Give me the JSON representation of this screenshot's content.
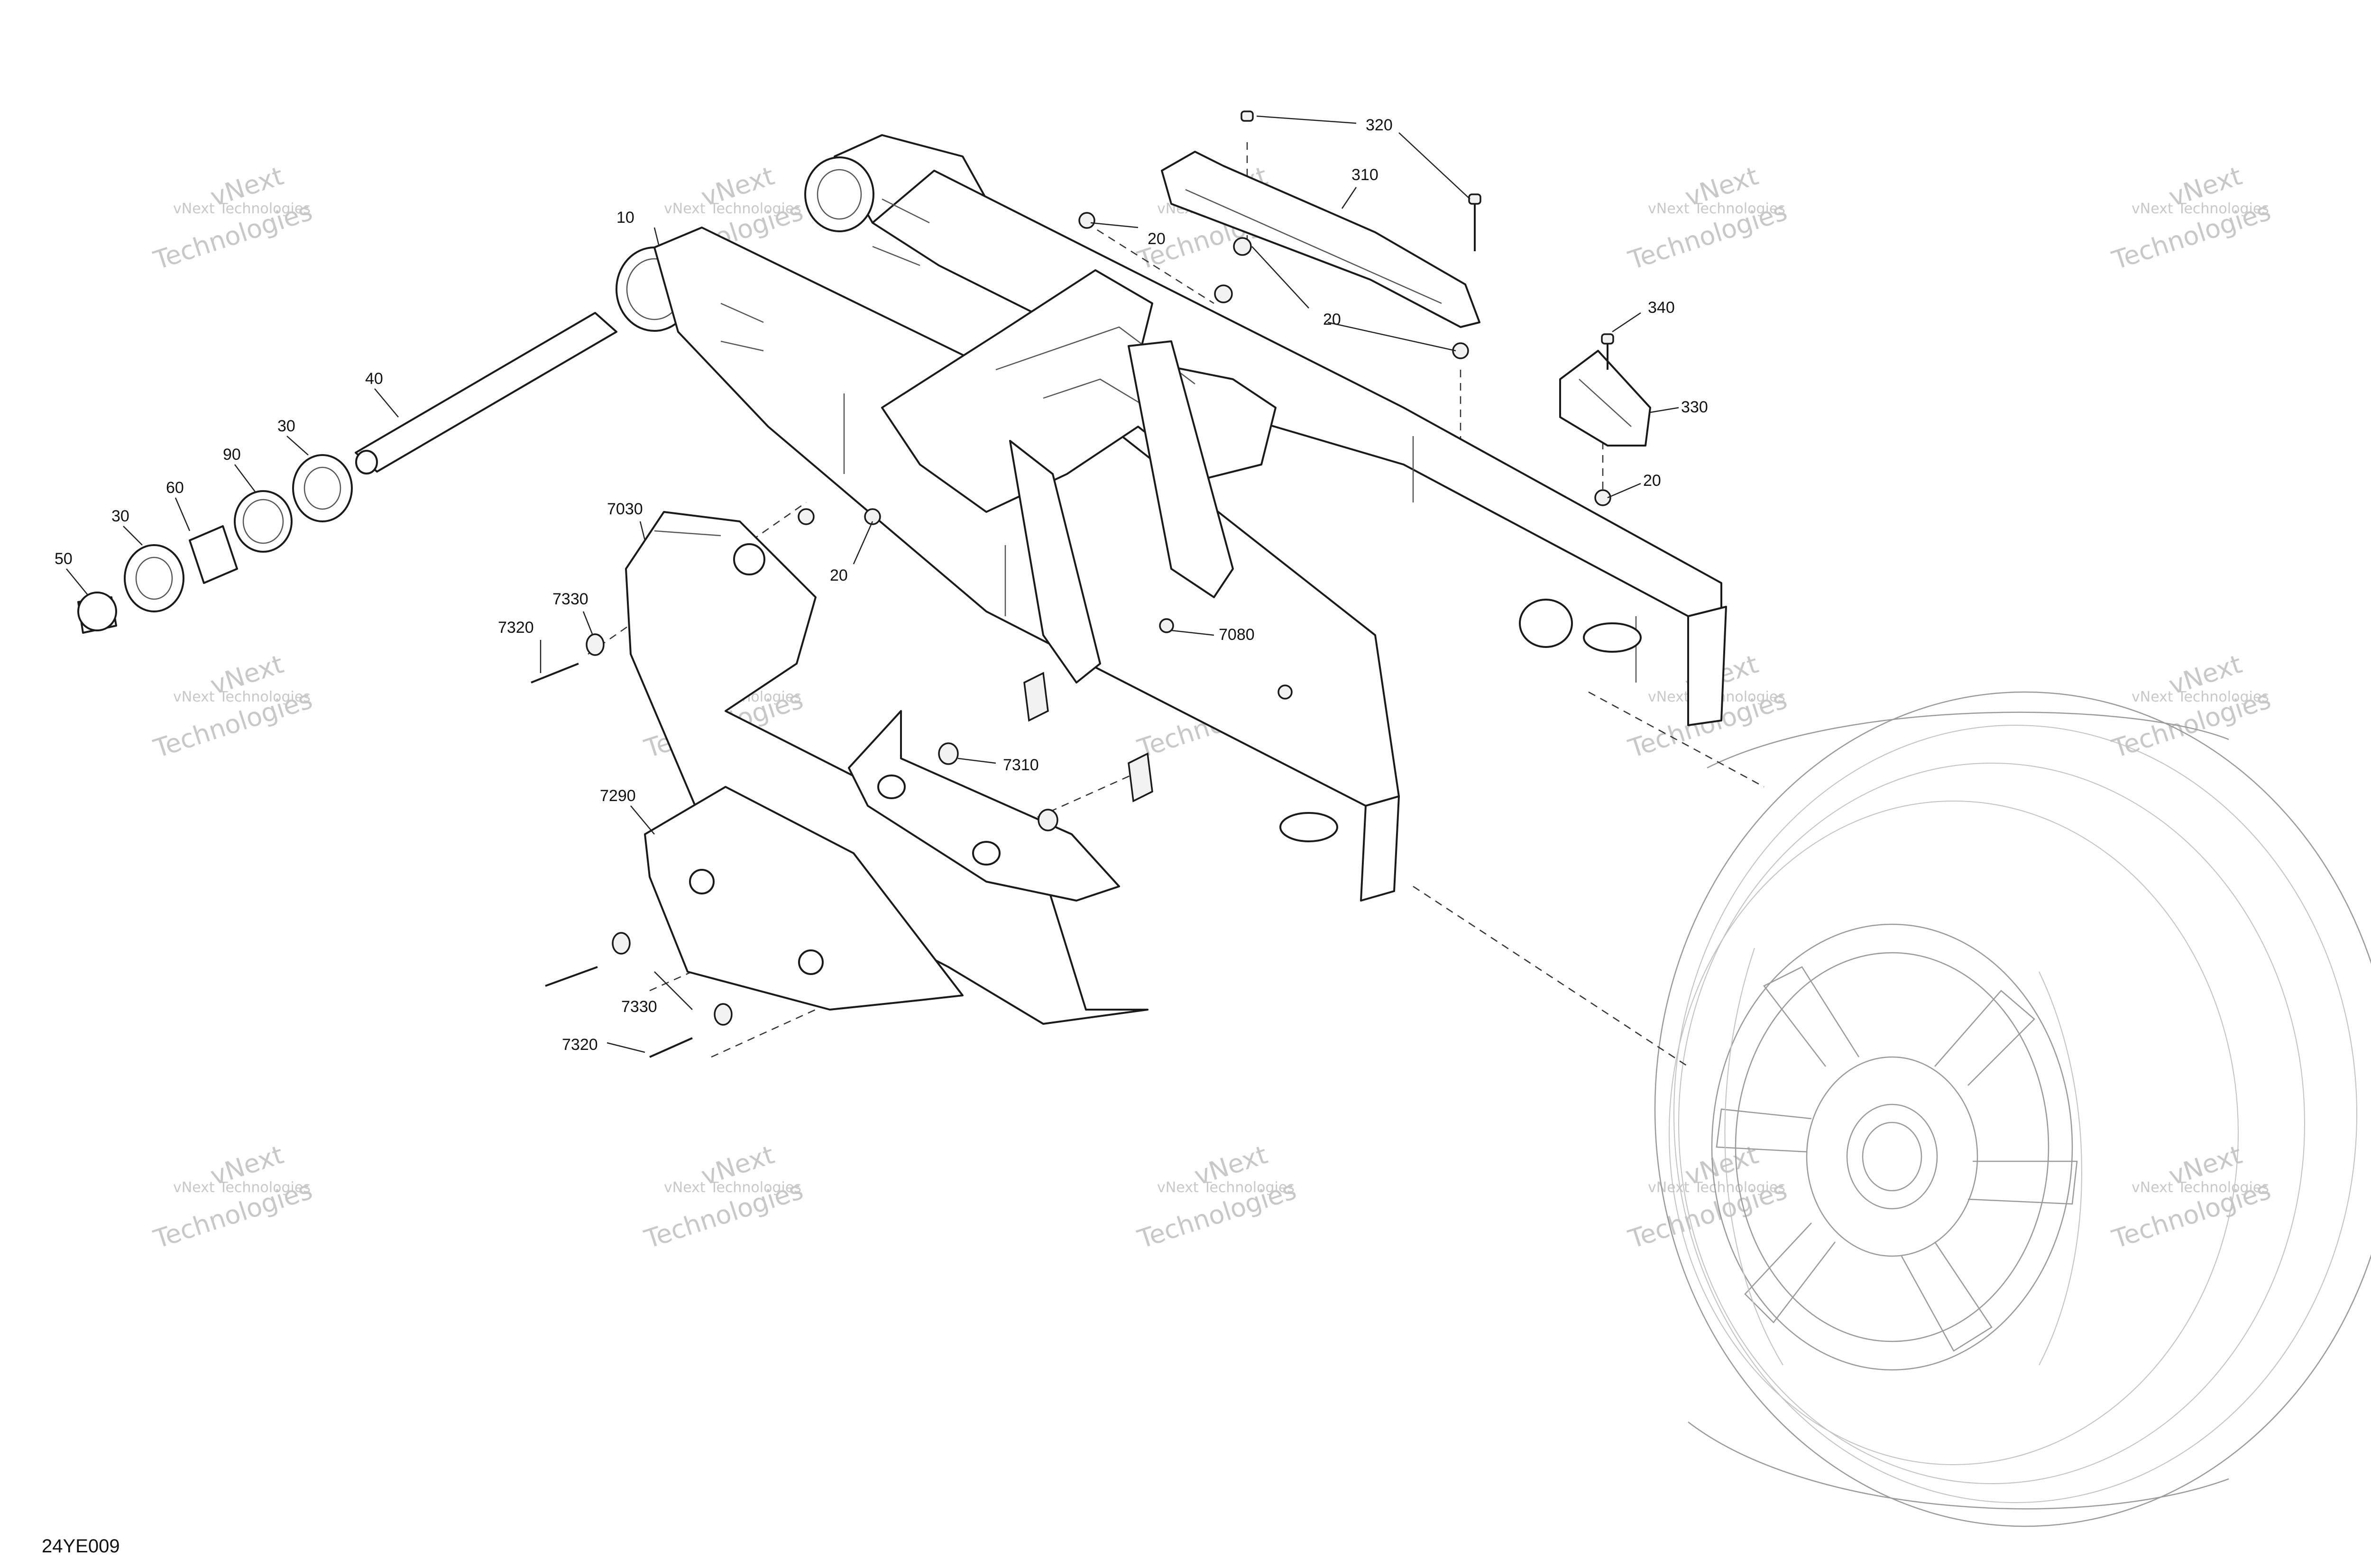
{
  "figure_id": "24YE009",
  "watermark": {
    "line1": "vNext Technologies",
    "line2": "Technologies",
    "brand": "vNext",
    "color": "#c8c8c8"
  },
  "callouts": [
    {
      "id": "c320",
      "label": "320"
    },
    {
      "id": "c310",
      "label": "310"
    },
    {
      "id": "c10",
      "label": "10"
    },
    {
      "id": "c20a",
      "label": "20"
    },
    {
      "id": "c20b",
      "label": "20"
    },
    {
      "id": "c340",
      "label": "340"
    },
    {
      "id": "c330",
      "label": "330"
    },
    {
      "id": "c20c",
      "label": "20"
    },
    {
      "id": "c40",
      "label": "40"
    },
    {
      "id": "c30a",
      "label": "30"
    },
    {
      "id": "c90",
      "label": "90"
    },
    {
      "id": "c60",
      "label": "60"
    },
    {
      "id": "c30b",
      "label": "30"
    },
    {
      "id": "c50",
      "label": "50"
    },
    {
      "id": "c7030",
      "label": "7030"
    },
    {
      "id": "c20d",
      "label": "20"
    },
    {
      "id": "c7330a",
      "label": "7330"
    },
    {
      "id": "c7320a",
      "label": "7320"
    },
    {
      "id": "c7080",
      "label": "7080"
    },
    {
      "id": "c7310",
      "label": "7310"
    },
    {
      "id": "c7290",
      "label": "7290"
    },
    {
      "id": "c7330b",
      "label": "7330"
    },
    {
      "id": "c7320b",
      "label": "7320"
    }
  ],
  "colors": {
    "line": "#1a1a1a",
    "ghost": "#9a9a9a",
    "background": "#ffffff"
  }
}
